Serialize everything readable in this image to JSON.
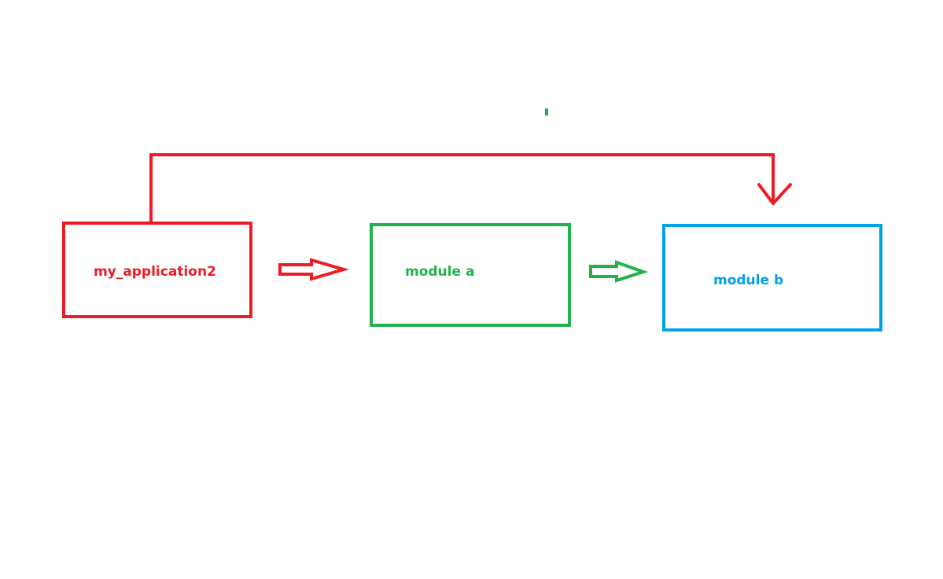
{
  "colors": {
    "red": "#ED1C24",
    "green": "#22B14C",
    "blue": "#00A2E8"
  },
  "nodes": {
    "app": {
      "label": "my_application2"
    },
    "module_a": {
      "label": "module a"
    },
    "module_b": {
      "label": "module b"
    }
  },
  "edges": [
    {
      "from": "my_application2",
      "to": "module a"
    },
    {
      "from": "module a",
      "to": "module b"
    },
    {
      "from": "my_application2",
      "to": "module b"
    }
  ]
}
